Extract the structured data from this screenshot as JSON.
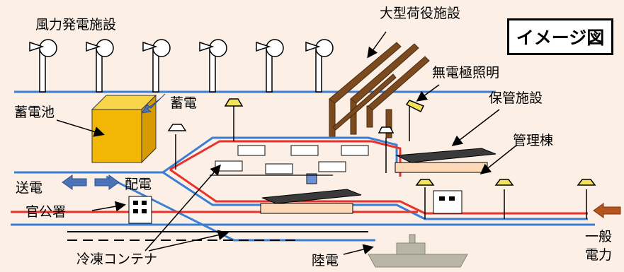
{
  "badge": "イメージ図",
  "labels": {
    "wind_farm": "風力発電施設",
    "large_cargo": "大型荷役施設",
    "electrodeless_light": "無電極照明",
    "battery": "蓄電池",
    "charge": "蓄電",
    "storage_facility": "保管施設",
    "management_building": "管理棟",
    "transmission": "送電",
    "distribution": "配電",
    "government_office": "官公署",
    "refrigerated_container": "冷凍コンテナ",
    "shore_power": "陸電",
    "general_power_line1": "一般",
    "general_power_line2": "電力"
  },
  "colors": {
    "background": "#fcefe6",
    "line_blue": "#3b7fd4",
    "line_red": "#e8322b",
    "battery": "#f2b705",
    "crane": "#7b4a1e",
    "arrow_blue": "#4a73b8",
    "arrow_brown": "#b5561f"
  }
}
